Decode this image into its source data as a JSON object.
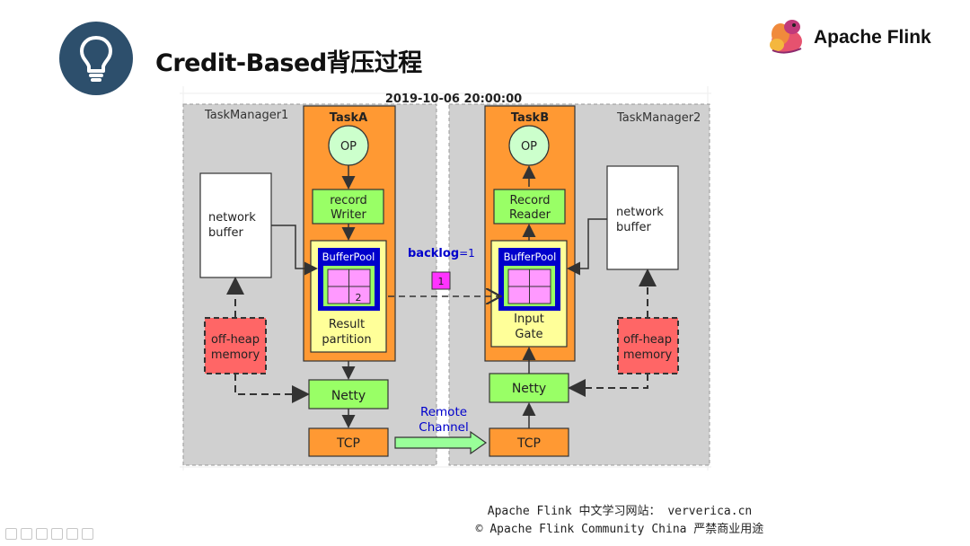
{
  "header": {
    "title": "Credit-Based背压过程",
    "icon": "lightbulb-icon",
    "icon_bg": "#2d4f6c"
  },
  "brand": {
    "name": "Apache Flink",
    "logo": "squirrel-logo-icon"
  },
  "diagram": {
    "timestamp": "2019-10-06 20:00:00",
    "tm1_label": "TaskManager1",
    "tm2_label": "TaskManager2",
    "task_a": {
      "title": "TaskA",
      "op": "OP",
      "writer_l1": "record",
      "writer_l2": "Writer",
      "bufferpool": "BufferPool",
      "buffer_count": "2",
      "partition_l1": "Result",
      "partition_l2": "partition",
      "netty": "Netty",
      "tcp": "TCP"
    },
    "task_b": {
      "title": "TaskB",
      "op": "OP",
      "reader_l1": "Record",
      "reader_l2": "Reader",
      "bufferpool": "BufferPool",
      "gate_l1": "Input",
      "gate_l2": "Gate",
      "netty": "Netty",
      "tcp": "TCP"
    },
    "left_network_buffer_l1": "network",
    "left_network_buffer_l2": "buffer",
    "right_network_buffer_l1": "network",
    "right_network_buffer_l2": "buffer",
    "left_offheap_l1": "off-heap",
    "left_offheap_l2": "memory",
    "right_offheap_l1": "off-heap",
    "right_offheap_l2": "memory",
    "backlog_label": "backlog",
    "backlog_value": "=1",
    "in_flight_buffer": "1",
    "remote_l1": "Remote",
    "remote_l2": "Channel",
    "colors": {
      "task": "#ff9933",
      "green": "#99ff66",
      "yellow": "#ffff99",
      "blue": "#0000cc",
      "pink": "#ff99ff",
      "offheap": "#ff6666",
      "manager": "#d0d0d0",
      "label_blue": "#0000cc"
    }
  },
  "footer": {
    "line1": "Apache Flink 中文学习网站： ververica.cn",
    "line2": "© Apache Flink Community China  严禁商业用途"
  }
}
